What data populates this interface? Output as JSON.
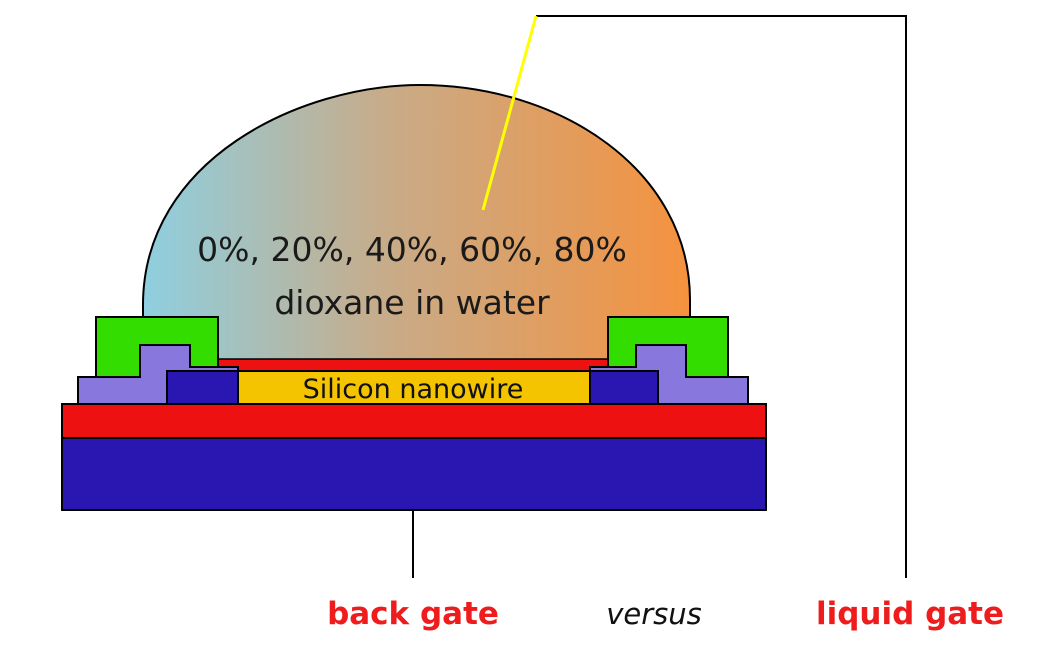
{
  "droplet": {
    "line1": "0%, 20%, 40%, 60%, 80%",
    "line2": "dioxane in water",
    "gradient_start": "#8ecfe0",
    "gradient_mid": "#c8ab88",
    "gradient_end": "#f5923e"
  },
  "nanowire": {
    "label": "Silicon nanowire",
    "color": "#f5c400"
  },
  "labels": {
    "back_gate": "back gate",
    "versus": "versus",
    "liquid_gate": "liquid gate"
  },
  "colors": {
    "gate_label": "#ee1c1c",
    "substrate": "#2a16b0",
    "oxide": "#ee1111",
    "contact_metal": "#33dd00",
    "contact_inner": "#8877dd",
    "contact_pad": "#2a16b0",
    "electrode_wire": "#ffff00",
    "leads": "#000000"
  }
}
